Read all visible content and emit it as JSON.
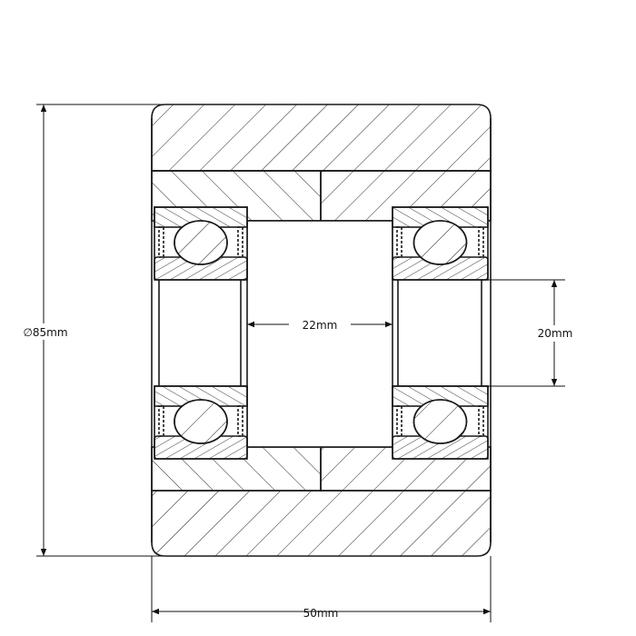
{
  "dimensions": {
    "outer_diameter": "∅85mm",
    "width": "50mm",
    "bore": "22mm",
    "bearing_width": "20mm"
  },
  "colors": {
    "line": "#1a1a1a",
    "background": "#ffffff"
  }
}
